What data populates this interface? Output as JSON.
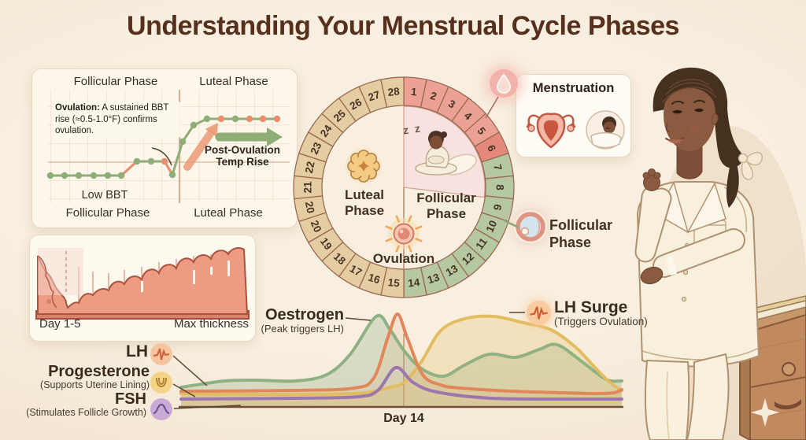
{
  "title": "Understanding Your Menstrual Cycle Phases",
  "colors": {
    "background": "#f6ecdb",
    "title_brown": "#57301d",
    "menstruation_red": "#eca195",
    "follicular_green": "#b5c8a2",
    "luteal_tan": "#e5cda3",
    "oestrogen_green": "#8fb183",
    "lh_orange": "#e0885c",
    "progesterone_yellow": "#e2bc60",
    "fsh_purple": "#9b77ae"
  },
  "bbt_chart": {
    "phase_top_left": "Follicular Phase",
    "phase_top_right": "Luteal Phase",
    "phase_bottom_left": "Follicular Phase",
    "phase_bottom_right": "Luteal Phase",
    "annotation_title": "Ovulation:",
    "annotation_text": " A sustained BBT rise (≈0.5-1.0°F) confirms ovulation.",
    "low_bbt_label": "Low BBT",
    "temp_rise_line1": "Post-Ovulation",
    "temp_rise_line2": "Temp Rise",
    "points": [
      [
        23,
        135,
        "g"
      ],
      [
        41,
        135,
        "g"
      ],
      [
        59,
        135,
        "g"
      ],
      [
        78,
        135,
        "g"
      ],
      [
        96,
        135,
        "g"
      ],
      [
        113,
        135,
        "g"
      ],
      [
        133,
        117,
        "g"
      ],
      [
        151,
        117,
        "g"
      ],
      [
        168,
        117,
        "o"
      ],
      [
        178,
        134,
        "g"
      ],
      [
        191,
        92,
        "g"
      ],
      [
        205,
        71,
        "g"
      ],
      [
        222,
        63,
        "g"
      ],
      [
        240,
        63,
        "o"
      ],
      [
        258,
        63,
        "g"
      ],
      [
        276,
        63,
        "o"
      ],
      [
        293,
        63,
        "o"
      ],
      [
        311,
        63,
        "o"
      ]
    ],
    "salmon_segments": [
      [
        5,
        6
      ],
      [
        8,
        9
      ]
    ]
  },
  "lining_card": {
    "label_left": "Day 1-5",
    "label_right": "Max thickness"
  },
  "cycle_wheel": {
    "days": [
      1,
      2,
      3,
      4,
      5,
      6,
      7,
      8,
      9,
      10,
      11,
      12,
      13,
      13,
      14,
      15,
      16,
      17,
      18,
      19,
      20,
      20,
      21,
      22,
      23,
      24,
      25,
      26,
      27,
      28
    ],
    "luteal_line1": "Luteal",
    "luteal_line2": "Phase",
    "follicular_line1": "Follicular",
    "follicular_line2": "Phase",
    "ovulation_label": "Ovulation",
    "sleep_text": "z z"
  },
  "menstruation_card": {
    "title": "Menstruation"
  },
  "follicular_legend": {
    "line1": "Follicular",
    "line2": "Phase"
  },
  "hormone_chart": {
    "oestrogen_label": "Oestrogen",
    "oestrogen_sub": "(Peak triggers LH)",
    "lh_surge_label": "LH Surge",
    "lh_surge_sub": "(Triggers Ovulation)",
    "lh_label": "LH",
    "progesterone_label": "Progesterone",
    "progesterone_sub": "(Supports Uterine Lining)",
    "fsh_label": "FSH",
    "fsh_sub": "(Stimulates Follicle Growth)",
    "day_label": "Day 14",
    "series": [
      {
        "name": "oestrogen",
        "color": "#8fb183",
        "fill": "rgba(143,177,131,0.30)",
        "points": [
          [
            5,
            104
          ],
          [
            60,
            96
          ],
          [
            100,
            95
          ],
          [
            150,
            96
          ],
          [
            190,
            88
          ],
          [
            220,
            62
          ],
          [
            253,
            14
          ],
          [
            270,
            30
          ],
          [
            288,
            57
          ],
          [
            310,
            80
          ],
          [
            338,
            90
          ],
          [
            365,
            76
          ],
          [
            397,
            62
          ],
          [
            430,
            66
          ],
          [
            460,
            56
          ],
          [
            483,
            50
          ],
          [
            515,
            72
          ],
          [
            545,
            94
          ],
          [
            565,
            96
          ]
        ]
      },
      {
        "name": "progesterone",
        "color": "#e2bc60",
        "fill": "rgba(227,190,96,0.28)",
        "points": [
          [
            5,
            112
          ],
          [
            100,
            113
          ],
          [
            180,
            113
          ],
          [
            240,
            111
          ],
          [
            270,
            104
          ],
          [
            288,
            98
          ],
          [
            310,
            72
          ],
          [
            335,
            32
          ],
          [
            365,
            17
          ],
          [
            402,
            14
          ],
          [
            440,
            22
          ],
          [
            475,
            31
          ],
          [
            505,
            52
          ],
          [
            530,
            78
          ],
          [
            550,
            98
          ],
          [
            565,
            108
          ]
        ]
      },
      {
        "name": "lh",
        "color": "#e0885c",
        "fill": "rgba(224,138,94,0.12)",
        "points": [
          [
            5,
            109
          ],
          [
            150,
            108
          ],
          [
            225,
            105
          ],
          [
            250,
            92
          ],
          [
            268,
            40
          ],
          [
            280,
            11
          ],
          [
            292,
            40
          ],
          [
            312,
            88
          ],
          [
            335,
            101
          ],
          [
            360,
            105
          ],
          [
            425,
            109
          ],
          [
            490,
            111
          ],
          [
            530,
            112
          ],
          [
            555,
            111
          ],
          [
            565,
            107
          ]
        ]
      },
      {
        "name": "fsh",
        "color": "#9b77ae",
        "fill": null,
        "points": [
          [
            5,
            119
          ],
          [
            150,
            118
          ],
          [
            230,
            116
          ],
          [
            255,
            108
          ],
          [
            278,
            79
          ],
          [
            300,
            98
          ],
          [
            330,
            110
          ],
          [
            400,
            118
          ],
          [
            500,
            119
          ],
          [
            565,
            119
          ]
        ]
      }
    ]
  }
}
